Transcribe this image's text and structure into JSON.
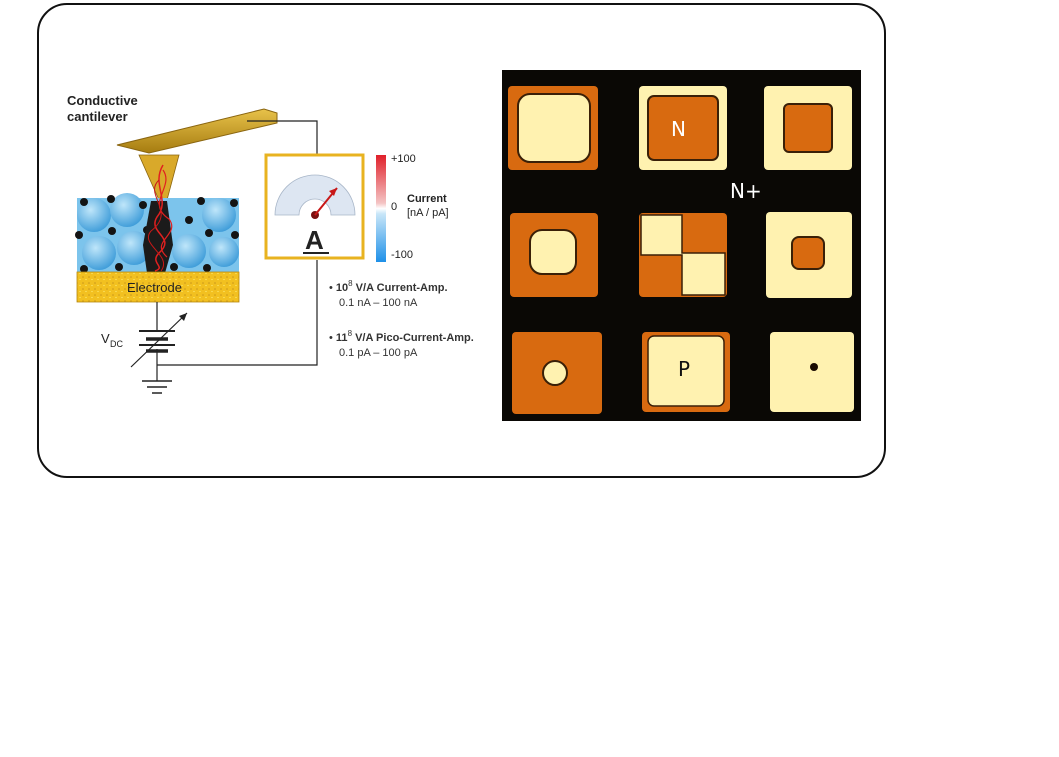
{
  "schematic": {
    "cantilever_label": [
      "Conductive",
      "cantilever"
    ],
    "electrode_label": "Electrode",
    "voltage_label": "V",
    "voltage_subscript": "DC",
    "ammeter_label": "A",
    "scale_max": "+100",
    "scale_zero": "0",
    "scale_min": "-100",
    "scale_title": [
      "Current",
      "[nA / pA]"
    ],
    "amp1": {
      "gain_prefix": "10",
      "gain_exp": "8",
      "name": " V/A Current-Amp.",
      "range": "0.1 nA – 100 nA"
    },
    "amp2": {
      "gain_prefix": "11",
      "gain_exp": "8",
      "name": " V/A Pico-Current-Amp.",
      "range": "0.1 pA – 100 pA"
    }
  },
  "image": {
    "labels": {
      "n": "N",
      "nplus": "N+",
      "p": "P"
    }
  },
  "colors": {
    "cantilever": "#c9a227",
    "electrode": "#f2c020",
    "bead_blue": "#4aa8e0",
    "scale_top": "#e0202a",
    "scale_bottom": "#1e90e8",
    "afm_background": "#0a0805",
    "afm_orange": "#d86a10",
    "afm_bright": "#fff2b0"
  }
}
